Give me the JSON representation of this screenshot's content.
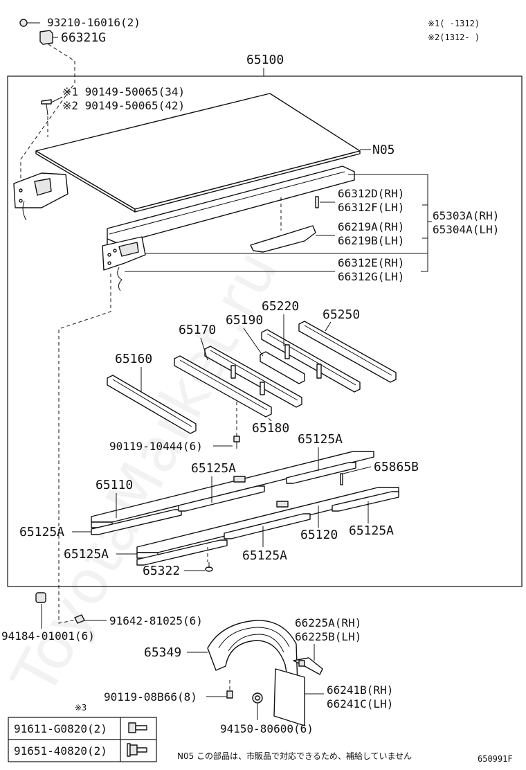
{
  "watermark": "ToyotaMarket.ru",
  "notes": {
    "note1": "※1(    -1312)",
    "note2": "※2(1312-     )"
  },
  "assembly": "65100",
  "labels": {
    "l93210": "93210-16016(2)",
    "l66321G": "66321G",
    "l90149a": "※1 90149-50065(34)",
    "l90149b": "※2 90149-50065(42)",
    "lN05": "N05",
    "l66312D": "66312D(RH)",
    "l66312F": "66312F(LH)",
    "l65303A": "65303A(RH)",
    "l65304A": "65304A(LH)",
    "l66219A": "66219A(RH)",
    "l66219B": "66219B(LH)",
    "l66312E": "66312E(RH)",
    "l66312G": "66312G(LH)",
    "l65220": "65220",
    "l65250": "65250",
    "l65190": "65190",
    "l65170": "65170",
    "l65160": "65160",
    "l65180": "65180",
    "l90119a": "90119-10444(6)",
    "l65125A_1": "65125A",
    "l65125A_2": "65125A",
    "l65865B": "65865B",
    "l65110": "65110",
    "l65125A_3": "65125A",
    "l65120": "65120",
    "l65125A_4": "65125A",
    "l65125A_5": "65125A",
    "l65125A_6": "65125A",
    "l65322": "65322",
    "l94184": "94184-01001(6)",
    "l91642": "91642-81025(6)",
    "l66225A": "66225A(RH)",
    "l66225B": "66225B(LH)",
    "l65349": "65349",
    "l90119b": "90119-08B66(8)",
    "l66241B": "66241B(RH)",
    "l66241C": "66241C(LH)",
    "l94150": "94150-80600(6)"
  },
  "table": {
    "note": "※3",
    "rows": [
      {
        "part": "91611-G0820(2)",
        "icon": "bolt-icon"
      },
      {
        "part": "91651-40820(2)",
        "icon": "bolt-washer-icon"
      }
    ]
  },
  "footer": {
    "note_n05": "N05  この部品は、市販品で対応できるため、補給していません",
    "figure_code": "650991F"
  }
}
